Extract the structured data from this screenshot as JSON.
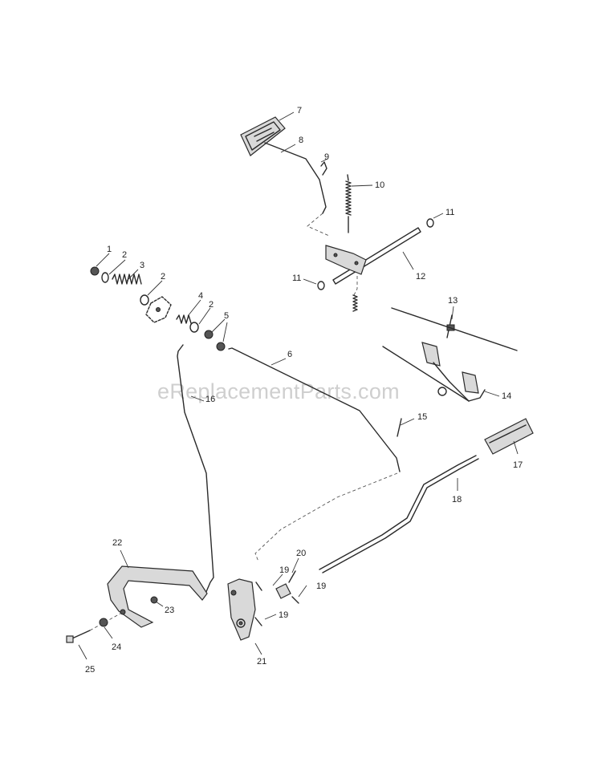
{
  "watermark": "eReplacementParts.com",
  "callouts": {
    "c1": "1",
    "c2a": "2",
    "c3": "3",
    "c2b": "2",
    "c4": "4",
    "c2c": "2",
    "c5": "5",
    "c6": "6",
    "c7": "7",
    "c8": "8",
    "c9": "9",
    "c10": "10",
    "c11a": "11",
    "c11b": "11",
    "c12": "12",
    "c13": "13",
    "c14": "14",
    "c15": "15",
    "c16": "16",
    "c17": "17",
    "c18": "18",
    "c19a": "19",
    "c19b": "19",
    "c19c": "19",
    "c20": "20",
    "c21": "21",
    "c22": "22",
    "c23": "23",
    "c24": "24",
    "c25": "25"
  }
}
